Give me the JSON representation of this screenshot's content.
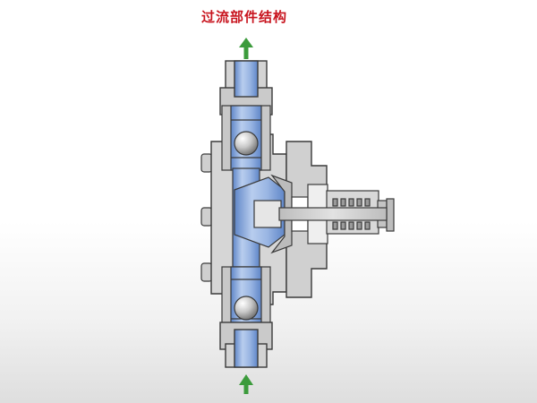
{
  "title": "过流部件结构",
  "colors": {
    "title": "#c8141e",
    "arrow": "#3c9b3c",
    "fluid": "#7fa3d8",
    "metal": "#d2d2d2",
    "section_line": "#3a3a3a",
    "ball": "#cfcfcf"
  },
  "diagram": {
    "flow_direction": "up",
    "arrows": [
      "outlet-arrow",
      "inlet-arrow"
    ],
    "components": [
      "outlet-fitting",
      "outlet-valve-cage",
      "outlet-check-ball",
      "pump-head",
      "diaphragm-chamber",
      "diaphragm",
      "inlet-valve-cage",
      "inlet-check-ball",
      "inlet-fitting",
      "head-bolts",
      "plunger",
      "return-spring",
      "plunger-housing"
    ]
  }
}
